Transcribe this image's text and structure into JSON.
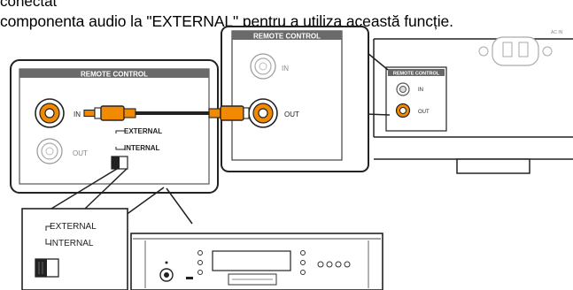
{
  "header": {
    "line1": "conectat",
    "line2": "componenta audio la \"EXTERNAL\" pentru a utiliza această funcție."
  },
  "left_panel": {
    "title": "REMOTE CONTROL",
    "in_label": "IN",
    "out_label": "OUT",
    "switch_external": "EXTERNAL",
    "switch_internal": "INTERNAL"
  },
  "middle_panel": {
    "title": "REMOTE CONTROL",
    "in_label": "IN",
    "out_label": "OUT"
  },
  "right_device": {
    "panel_title": "REMOTE CONTROL",
    "in_label": "IN",
    "out_label": "OUT",
    "ac_label": "AC IN"
  },
  "callout": {
    "external": "EXTERNAL",
    "internal": "INTERNAL"
  }
}
